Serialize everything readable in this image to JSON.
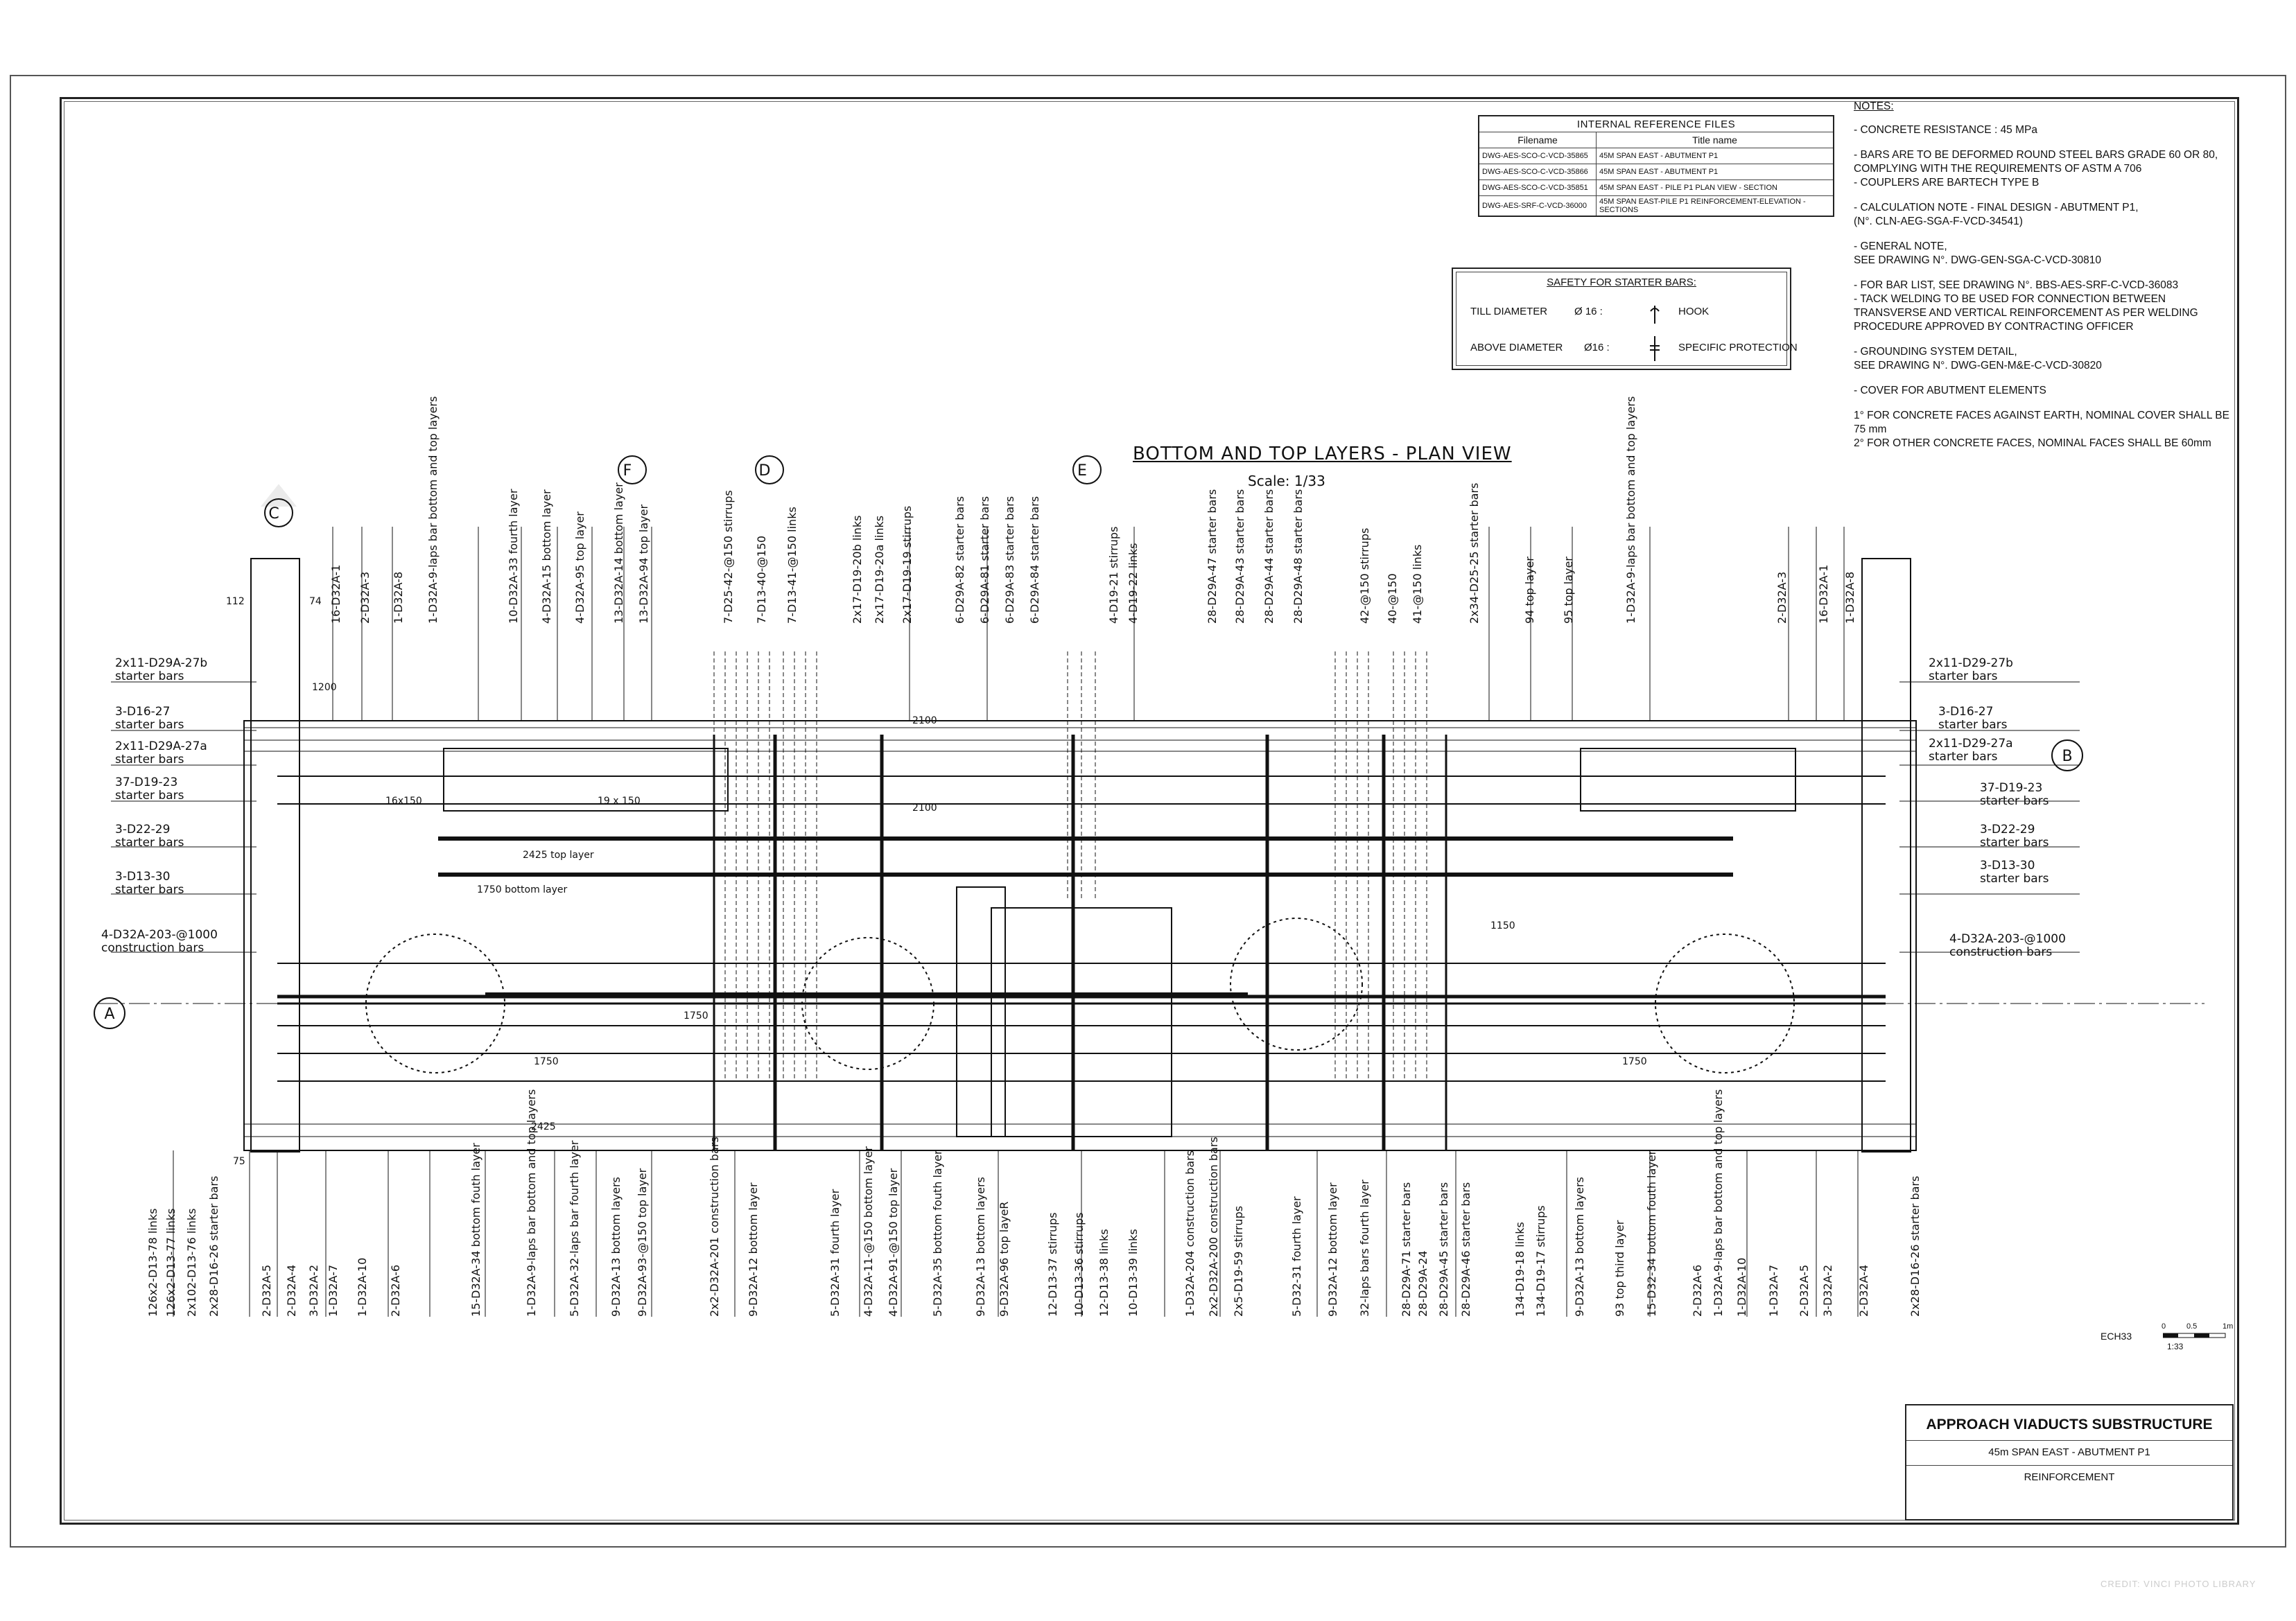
{
  "reference_table": {
    "caption": "INTERNAL REFERENCE FILES",
    "col_filename": "Filename",
    "col_title": "Title name",
    "rows": [
      {
        "file": "DWG-AES-SCO-C-VCD-35865",
        "title": "45M SPAN EAST - ABUTMENT P1"
      },
      {
        "file": "DWG-AES-SCO-C-VCD-35866",
        "title": "45M SPAN EAST - ABUTMENT P1"
      },
      {
        "file": "DWG-AES-SCO-C-VCD-35851",
        "title": "45M SPAN EAST - PILE P1 PLAN VIEW - SECTION"
      },
      {
        "file": "DWG-AES-SRF-C-VCD-36000",
        "title": "45M SPAN EAST-PILE P1 REINFORCEMENT-ELEVATION -SECTIONS"
      }
    ]
  },
  "safety": {
    "title": "SAFETY FOR STARTER BARS:",
    "row1_label": "TILL DIAMETER",
    "row1_dia": "Ø 16 :",
    "row1_value": "HOOK",
    "row2_label": "ABOVE DIAMETER",
    "row2_dia": "Ø16 :",
    "row2_value": "SPECIFIC PROTECTION"
  },
  "notes": {
    "title": "NOTES:",
    "items": [
      "- CONCRETE RESISTANCE : 45 MPa",
      "- BARS ARE TO BE DEFORMED ROUND STEEL BARS GRADE 60 OR 80,\n   COMPLYING WITH THE REQUIREMENTS OF ASTM A 706\n- COUPLERS ARE BARTECH TYPE B",
      "- CALCULATION NOTE - FINAL DESIGN - ABUTMENT P1,\n   (N°. CLN-AEG-SGA-F-VCD-34541)",
      "- GENERAL NOTE,\n   SEE DRAWING N°. DWG-GEN-SGA-C-VCD-30810",
      "- FOR BAR LIST, SEE DRAWING N°. BBS-AES-SRF-C-VCD-36083\n- TACK WELDING TO BE USED FOR CONNECTION BETWEEN\n   TRANSVERSE AND VERTICAL REINFORCEMENT AS PER WELDING\n   PROCEDURE APPROVED BY CONTRACTING OFFICER",
      "- GROUNDING SYSTEM DETAIL,\n   SEE DRAWING N°. DWG-GEN-M&E-C-VCD-30820",
      "- COVER FOR ABUTMENT ELEMENTS",
      "1° FOR CONCRETE FACES AGAINST EARTH, NOMINAL COVER SHALL BE\n75 mm\n2° FOR OTHER CONCRETE FACES, NOMINAL FACES SHALL BE 60mm"
    ]
  },
  "drawing": {
    "title": "BOTTOM AND TOP LAYERS - PLAN VIEW",
    "scale": "Scale: 1/33",
    "section_marks": [
      "C",
      "F",
      "D",
      "E",
      "A",
      "B"
    ],
    "left_labels": [
      [
        "2x11-D29A-27b",
        "starter bars"
      ],
      [
        "3-D16-27",
        "starter bars"
      ],
      [
        "2x11-D29A-27a",
        "starter bars"
      ],
      [
        "37-D19-23",
        "starter bars"
      ],
      [
        "3-D22-29",
        "starter bars"
      ],
      [
        "3-D13-30",
        "starter bars"
      ],
      [
        "4-D32A-203-@1000",
        "construction bars"
      ]
    ],
    "right_labels": [
      [
        "2x11-D29-27b",
        "starter bars"
      ],
      [
        "3-D16-27",
        "starter bars"
      ],
      [
        "2x11-D29-27a",
        "starter bars"
      ],
      [
        "37-D19-23",
        "starter bars"
      ],
      [
        "3-D22-29",
        "starter bars"
      ],
      [
        "3-D13-30",
        "starter bars"
      ],
      [
        "4-D32A-203-@1000",
        "construction bars"
      ]
    ],
    "top_labels": [
      "16-D32A-1",
      "2-D32A-3",
      "1-D32A-8",
      "1-D32A-9-laps bar bottom and top layers",
      "10-D32A-33 fourth layer",
      "4-D32A-15 bottom layer",
      "4-D32A-95 top layer",
      "13-D32A-14 bottom layer",
      "13-D32A-94 top layer",
      "7-D25-42-@150 stirrups",
      "7-D13-40-@150",
      "7-D13-41-@150 links",
      "2x17-D19-20b links",
      "2x17-D19-20a links",
      "2x17-D19-19 stirrups",
      "6-D29A-82 starter bars",
      "6-D29A-81 starter bars",
      "6-D29A-83 starter bars",
      "6-D29A-84 starter bars",
      "4-D19-21 stirrups",
      "4-D19-22 links",
      "28-D29A-47 starter bars",
      "28-D29A-43 starter bars",
      "28-D29A-44 starter bars",
      "28-D29A-48 starter bars",
      "42-@150 stirrups",
      "40-@150",
      "41-@150 links",
      "2x34-D25-25 starter bars",
      "94 top layer",
      "95 top layer",
      "1-D32A-9-laps bar bottom and top layers",
      "2-D32A-3",
      "16-D32A-1",
      "1-D32A-8"
    ],
    "bottom_labels": [
      "126x2-D13-78 links",
      "126x2-D13-77 links",
      "2x102-D13-76 links",
      "2x28-D16-26 starter bars",
      "2-D32A-5",
      "2-D32A-4",
      "3-D32A-2",
      "1-D32A-7",
      "1-D32A-10",
      "2-D32A-6",
      "15-D32A-34 bottom fouth layer",
      "1-D32A-9-laps bar bottom and top layers",
      "5-D32A-32-laps bar fourth layer",
      "9-D32A-13 bottom layers",
      "9-D32A-93-@150 top layer",
      "2x2-D32A-201 construction bars",
      "9-D32A-12 bottom layer",
      "5-D32A-31 fourth layer",
      "4-D32A-11-@150 bottom layer",
      "4-D32A-91-@150 top layer",
      "5-D32A-35 bottom fouth layer",
      "9-D32A-13 bottom layers",
      "9-D32A-96 top layeR",
      "12-D13-37 stirrups",
      "10-D13-36 stirrups",
      "12-D13-38 links",
      "10-D13-39 links",
      "1-D32A-204 construction bars",
      "2x2-D32A-200 construction bars",
      "2x5-D19-59 stirrups",
      "5-D32-31 fourth layer",
      "9-D32A-12 bottom layer",
      "32-laps bars fourth layer",
      "28-D29A-71 starter bars",
      "28-D29A-24",
      "28-D29A-45 starter bars",
      "28-D29A-46 starter bars",
      "134-D19-18 links",
      "134-D19-17 stirrups",
      "9-D32A-13 bottom layers",
      "93 top third layer",
      "15-D32-34 bottom fouth layer",
      "2-D32A-6",
      "1-D32A-9-laps bar bottom and top layers",
      "1-D32A-10",
      "1-D32A-7",
      "2-D32A-5",
      "3-D32A-2",
      "2-D32A-4",
      "2x28-D16-26 starter bars"
    ],
    "dims": [
      "2425 top layer",
      "1750 bottom layer",
      "1750",
      "1750",
      "1750",
      "2425",
      "2100",
      "2100",
      "1200",
      "1150",
      "112",
      "74",
      "75",
      "16x150",
      "19 x 150"
    ],
    "scale_bar": {
      "code": "ECH33",
      "ticks": [
        "0",
        "0.5",
        "1m"
      ],
      "ratio": "1:33"
    }
  },
  "title_block": {
    "title": "APPROACH VIADUCTS SUBSTRUCTURE",
    "subtitle": "45m SPAN EAST - ABUTMENT P1",
    "sheet": "REINFORCEMENT"
  },
  "credit": "CREDIT: VINCI PHOTO LIBRARY"
}
